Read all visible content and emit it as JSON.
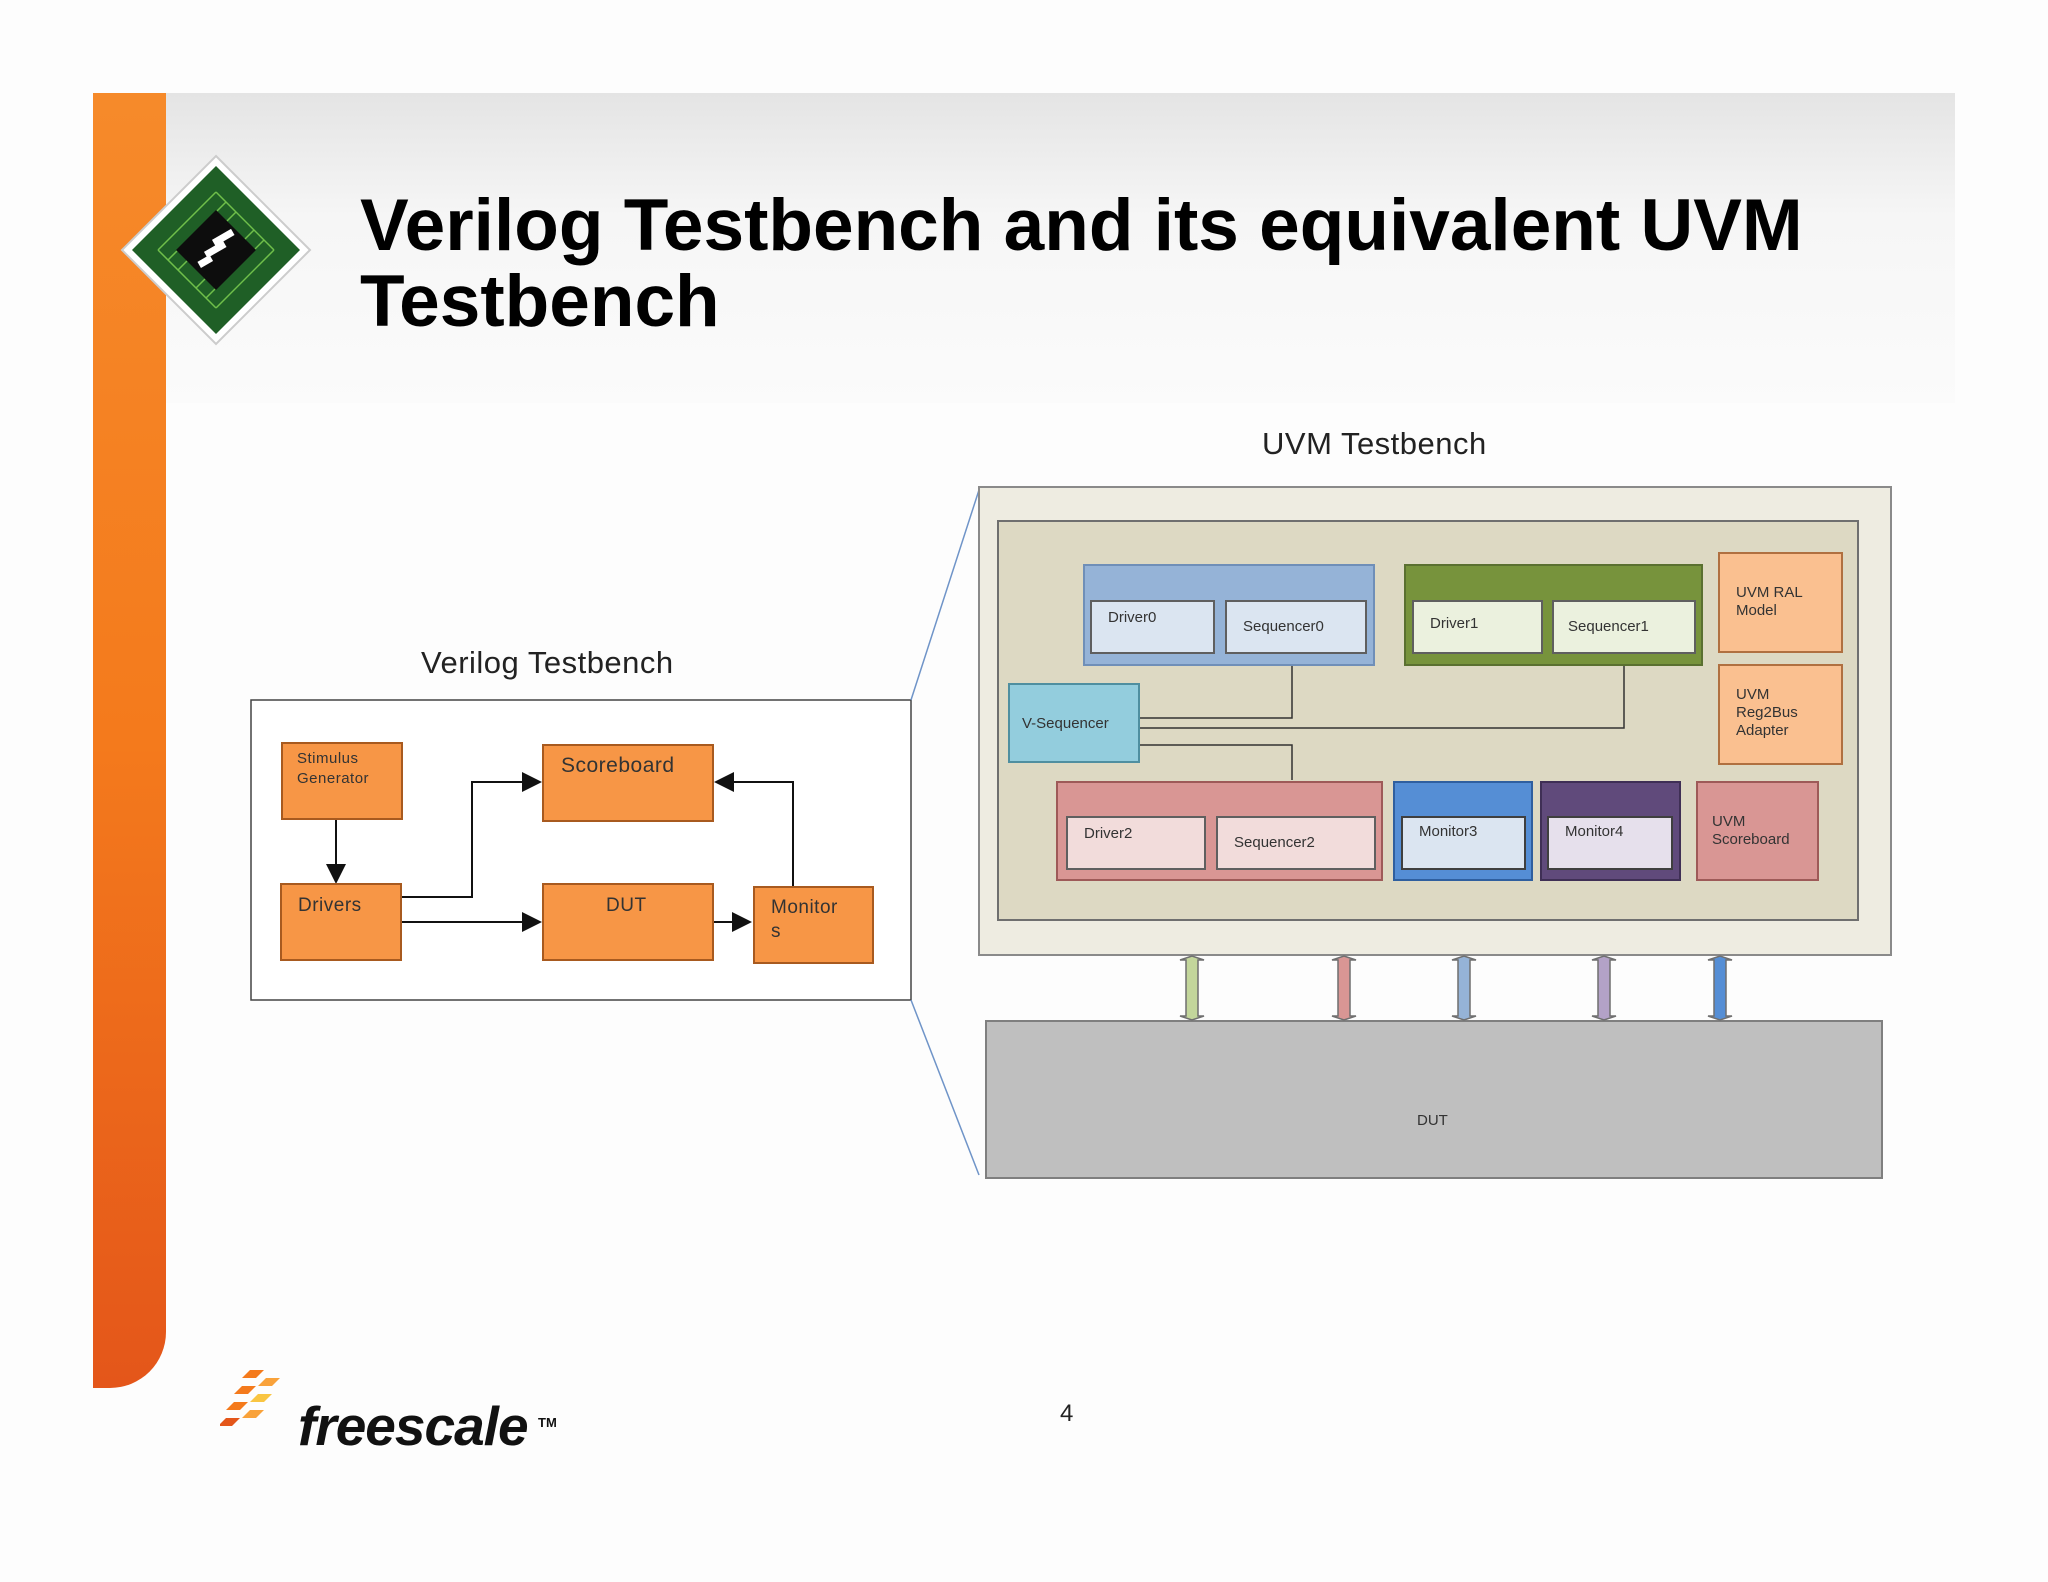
{
  "title": "Verilog Testbench and its equivalent UVM Testbench",
  "page_number": "4",
  "logo": {
    "text": "freescale",
    "tm": "TM"
  },
  "verilog": {
    "label": "Verilog Testbench",
    "stimulus": "Stimulus\nGenerator",
    "scoreboard": "Scoreboard",
    "drivers": "Drivers",
    "dut": "DUT",
    "monitors": "Monitor\ns"
  },
  "uvm": {
    "label": "UVM Testbench",
    "driver0": "Driver0",
    "sequencer0": "Sequencer0",
    "driver1": "Driver1",
    "sequencer1": "Sequencer1",
    "ral_model": "UVM RAL\nModel",
    "reg2bus": "UVM\nReg2Bus\nAdapter",
    "vsequencer": "V-Sequencer",
    "driver2": "Driver2",
    "sequencer2": "Sequencer2",
    "monitor3": "Monitor3",
    "monitor4": "Monitor4",
    "scoreboard": "UVM\nScoreboard",
    "dut": "DUT"
  },
  "colors": {
    "accent_orange": "#f47a1c",
    "block_orange": "#f79646",
    "blue_group": "#95b3d7",
    "green_group": "#77933c",
    "peach": "#fac090",
    "pink": "#d99694",
    "cyan": "#93cddd",
    "monitor_blue": "#558ed5",
    "monitor_purple": "#604a7b",
    "dut_gray": "#bfbfbf"
  }
}
